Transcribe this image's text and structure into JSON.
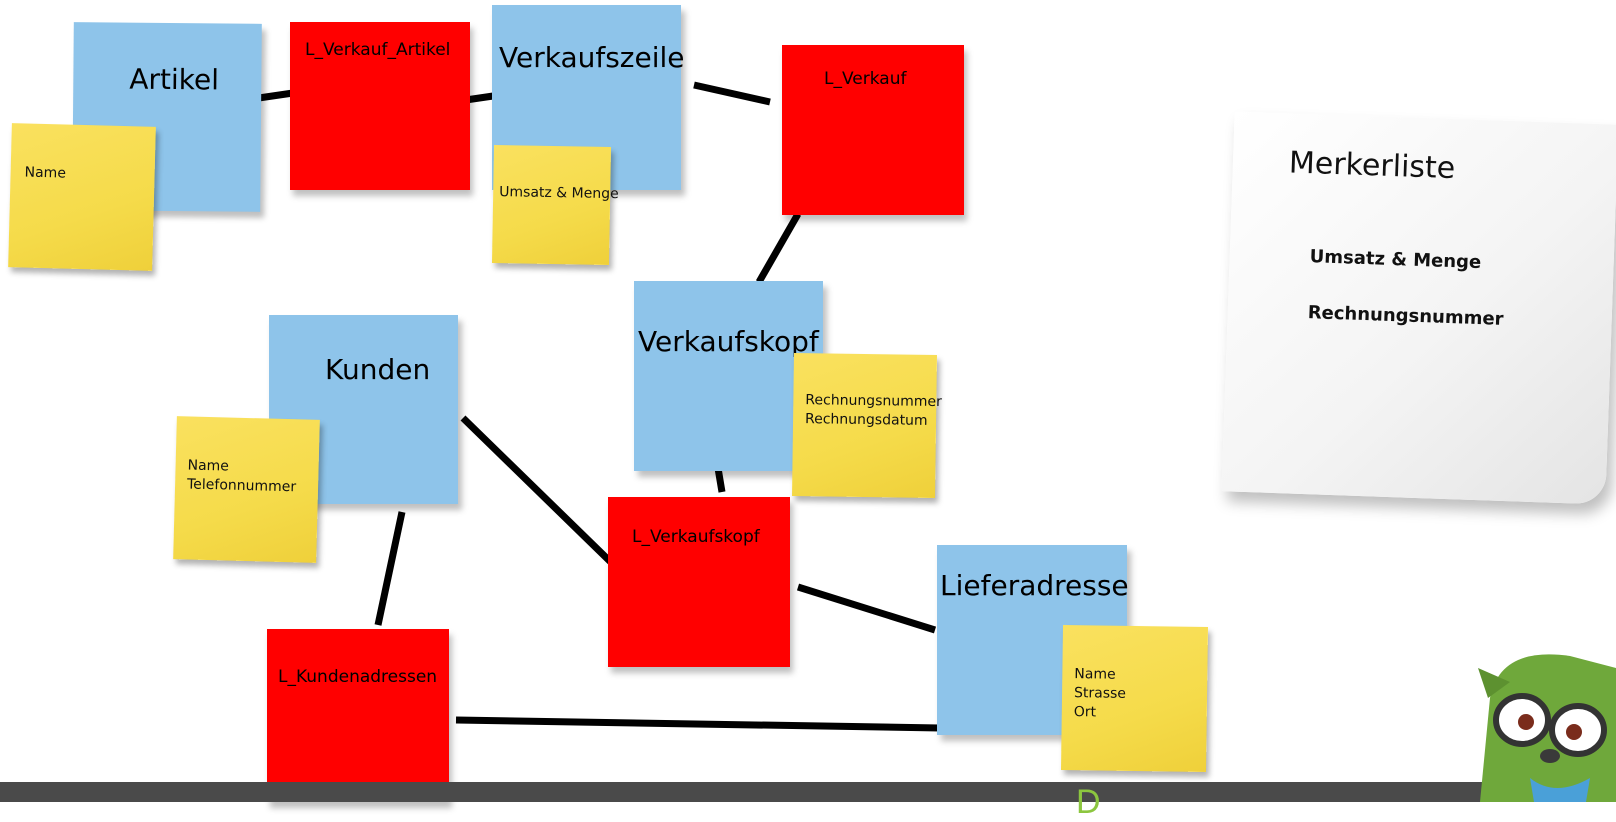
{
  "entities": {
    "artikel": "Artikel",
    "verkaufszeile": "Verkaufszeile",
    "kunden": "Kunden",
    "verkaufskopf": "Verkaufskopf",
    "lieferadresse": "Lieferadresse"
  },
  "links": {
    "l_verkauf_artikel": "L_Verkauf_Artikel",
    "l_verkauf": "L_Verkauf",
    "l_verkaufskopf": "L_Verkaufskopf",
    "l_kundenadressen": "L_Kundenadressen"
  },
  "attributes": {
    "artikel": [
      "Name"
    ],
    "verkaufszeile": [
      "Umsatz & Menge"
    ],
    "verkaufskopf": [
      "Rechnungsnummer",
      "Rechnungsdatum"
    ],
    "kunden": [
      "Name",
      "Telefonnummer"
    ],
    "lieferadresse": [
      "Name",
      "Strasse",
      "Ort"
    ]
  },
  "merkerliste": {
    "title": "Merkerliste",
    "items": [
      "Umsatz & Menge",
      "Rechnungsnummer"
    ]
  },
  "footer": {
    "text": "D"
  },
  "colors": {
    "entity": "#8ec4ea",
    "link": "#ff0000",
    "attribute": "#f5db4a",
    "footer_bar": "#4a4a4a",
    "footer_text": "#8cc63f"
  },
  "icons": {
    "mascot": "green-monster-with-glasses-icon"
  }
}
